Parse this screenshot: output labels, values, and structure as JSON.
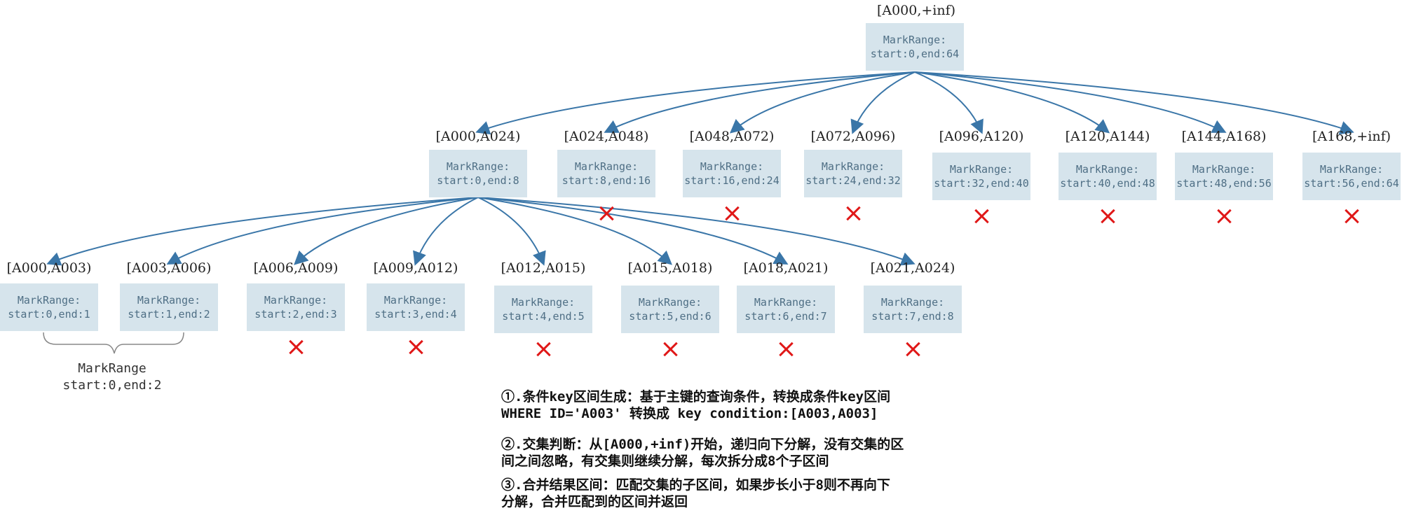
{
  "root": {
    "range": "[A000,+inf)",
    "mark_title": "MarkRange:",
    "mark_value": "start:0,end:64"
  },
  "level1": [
    {
      "range": "[A000,A024)",
      "mark_title": "MarkRange:",
      "mark_value": "start:0,end:8",
      "excluded": false
    },
    {
      "range": "[A024,A048)",
      "mark_title": "MarkRange:",
      "mark_value": "start:8,end:16",
      "excluded": true
    },
    {
      "range": "[A048,A072)",
      "mark_title": "MarkRange:",
      "mark_value": "start:16,end:24",
      "excluded": true
    },
    {
      "range": "[A072,A096)",
      "mark_title": "MarkRange:",
      "mark_value": "start:24,end:32",
      "excluded": true
    },
    {
      "range": "[A096,A120)",
      "mark_title": "MarkRange:",
      "mark_value": "start:32,end:40",
      "excluded": true
    },
    {
      "range": "[A120,A144)",
      "mark_title": "MarkRange:",
      "mark_value": "start:40,end:48",
      "excluded": true
    },
    {
      "range": "[A144,A168)",
      "mark_title": "MarkRange:",
      "mark_value": "start:48,end:56",
      "excluded": true
    },
    {
      "range": "[A168,+inf)",
      "mark_title": "MarkRange:",
      "mark_value": "start:56,end:64",
      "excluded": true
    }
  ],
  "level2": [
    {
      "range": "[A000,A003)",
      "mark_title": "MarkRange:",
      "mark_value": "start:0,end:1",
      "excluded": false
    },
    {
      "range": "[A003,A006)",
      "mark_title": "MarkRange:",
      "mark_value": "start:1,end:2",
      "excluded": false
    },
    {
      "range": "[A006,A009)",
      "mark_title": "MarkRange:",
      "mark_value": "start:2,end:3",
      "excluded": true
    },
    {
      "range": "[A009,A012)",
      "mark_title": "MarkRange:",
      "mark_value": "start:3,end:4",
      "excluded": true
    },
    {
      "range": "[A012,A015)",
      "mark_title": "MarkRange:",
      "mark_value": "start:4,end:5",
      "excluded": true
    },
    {
      "range": "[A015,A018)",
      "mark_title": "MarkRange:",
      "mark_value": "start:5,end:6",
      "excluded": true
    },
    {
      "range": "[A018,A021)",
      "mark_title": "MarkRange:",
      "mark_value": "start:6,end:7",
      "excluded": true
    },
    {
      "range": "[A021,A024)",
      "mark_title": "MarkRange:",
      "mark_value": "start:7,end:8",
      "excluded": true
    }
  ],
  "merged": {
    "title": "MarkRange",
    "value": "start:0,end:2"
  },
  "notes": {
    "step1_line1": "①.条件key区间生成：基于主键的查询条件，转换成条件key区间",
    "step1_line2": "WHERE ID='A003' 转换成 key condition:[A003,A003]",
    "step2_line1": "②.交集判断：从[A000,+inf)开始，递归向下分解，没有交集的区",
    "step2_line2": "间之间忽略，有交集则继续分解，每次拆分成8个子区间",
    "step3_line1": "③.合并结果区间：匹配交集的子区间，如果步长小于8则不再向下",
    "step3_line2": "分解，合并匹配到的区间并返回"
  },
  "colors": {
    "node_fill": "#d6e4ec",
    "node_text": "#4f6f85",
    "arrow": "#3a76a8",
    "cross": "#e01818"
  }
}
